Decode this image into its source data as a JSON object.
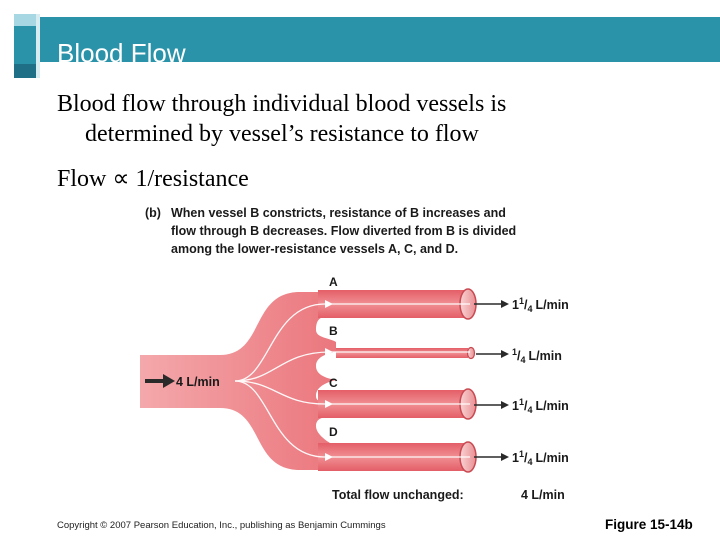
{
  "slide": {
    "title": "Blood Flow",
    "line1": "Blood flow through individual blood vessels is",
    "line2": "determined by vessel’s resistance to flow",
    "line3": "Flow ∝ 1/resistance"
  },
  "figure": {
    "tag": "(b)",
    "caption_lines": [
      "When vessel B constricts, resistance of B increases and",
      "flow through B decreases. Flow diverted from B is divided",
      "among the lower-resistance vessels A, C, and D."
    ],
    "inflow_label": "4 L/min",
    "vessel_labels": [
      "A",
      "B",
      "C",
      "D"
    ],
    "outflows": [
      {
        "whole": "1",
        "num": "1",
        "den": "4",
        "unit": "L/min"
      },
      {
        "whole": "",
        "num": "1",
        "den": "4",
        "unit": "L/min"
      },
      {
        "whole": "1",
        "num": "1",
        "den": "4",
        "unit": "L/min"
      },
      {
        "whole": "1",
        "num": "1",
        "den": "4",
        "unit": "L/min"
      }
    ],
    "total_label": "Total flow unchanged:",
    "total_value": "4 L/min"
  },
  "footer": {
    "copyright": "Copyright © 2007 Pearson Education, Inc., publishing as Benjamin Cummings",
    "figure_ref": "Figure 15-14b"
  },
  "colors": {
    "title_bar": "#2a93a9",
    "vessel_dark": "#e0555f",
    "vessel_light": "#f7c3c4",
    "arrow": "#2a2a2a"
  }
}
